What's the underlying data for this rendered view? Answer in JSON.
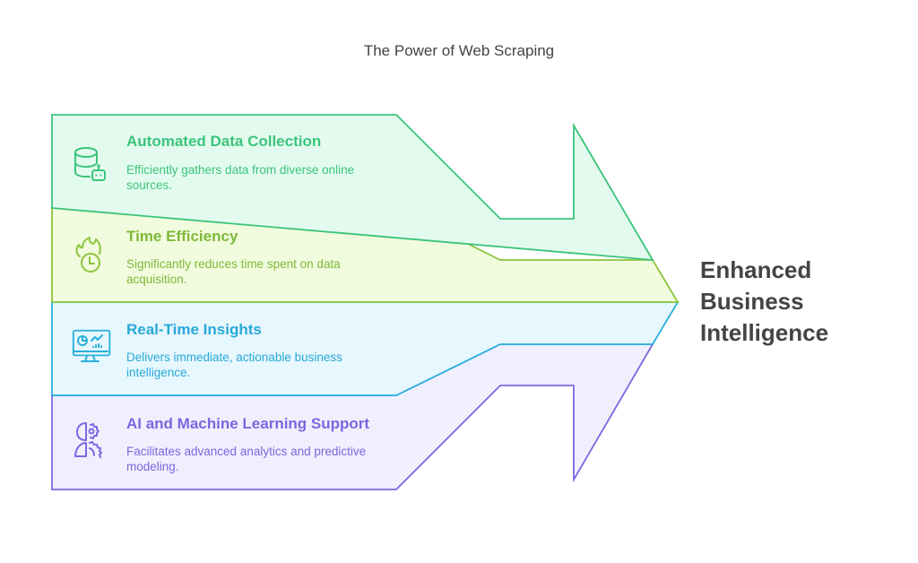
{
  "title": "The Power of Web Scraping",
  "bands": [
    {
      "title": "Automated Data Collection",
      "description": "Efficiently gathers data from diverse online sources.",
      "icon": "database-robot-icon",
      "stroke": "#3cc47c",
      "fill": "#e3fbee",
      "text_color": "#3cc47c"
    },
    {
      "title": "Time Efficiency",
      "description": "Significantly reduces time spent on data acquisition.",
      "icon": "fire-clock-icon",
      "stroke": "#8cc43c",
      "fill": "#f1fbdd",
      "text_color": "#7fb93a"
    },
    {
      "title": "Real-Time Insights",
      "description": "Delivers immediate, actionable business intelligence.",
      "icon": "monitor-analytics-icon",
      "stroke": "#29b0dc",
      "fill": "#e6f7fd",
      "text_color": "#29a9d8"
    },
    {
      "title": "AI and Machine Learning Support",
      "description": "Facilitates advanced analytics and predictive modeling.",
      "icon": "ai-head-gear-icon",
      "stroke": "#7b68e0",
      "fill": "#f0effd",
      "text_color": "#7a67df"
    }
  ],
  "result": {
    "lines": [
      "Enhanced",
      "Business",
      "Intelligence"
    ]
  }
}
